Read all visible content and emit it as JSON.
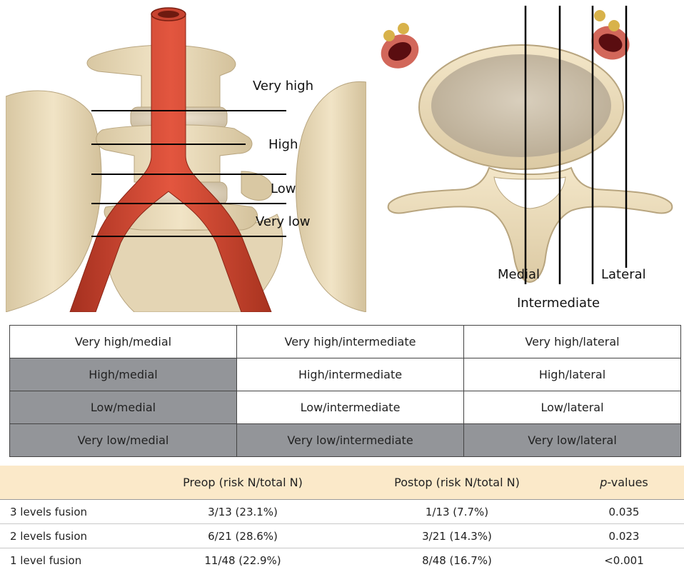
{
  "left_figure": {
    "level_labels": [
      "Very high",
      "High",
      "Low",
      "Very low"
    ]
  },
  "right_figure": {
    "zone_labels": {
      "medial": "Medial",
      "intermediate": "Intermediate",
      "lateral": "Lateral"
    }
  },
  "zone_grid": {
    "rows": [
      {
        "cells": [
          {
            "text": "Very high/medial",
            "shaded": false
          },
          {
            "text": "Very high/intermediate",
            "shaded": false
          },
          {
            "text": "Very high/lateral",
            "shaded": false
          }
        ]
      },
      {
        "cells": [
          {
            "text": "High/medial",
            "shaded": true
          },
          {
            "text": "High/intermediate",
            "shaded": false
          },
          {
            "text": "High/lateral",
            "shaded": false
          }
        ]
      },
      {
        "cells": [
          {
            "text": "Low/medial",
            "shaded": true
          },
          {
            "text": "Low/intermediate",
            "shaded": false
          },
          {
            "text": "Low/lateral",
            "shaded": false
          }
        ]
      },
      {
        "cells": [
          {
            "text": "Very low/medial",
            "shaded": true
          },
          {
            "text": "Very low/intermediate",
            "shaded": true
          },
          {
            "text": "Very low/lateral",
            "shaded": true
          }
        ]
      }
    ],
    "colors": {
      "shaded": "#939599",
      "plain": "#ffffff"
    }
  },
  "results_table": {
    "header": {
      "label": "",
      "preop": "Preop (risk N/total N)",
      "postop": "Postop (risk N/total N)",
      "p_italic": "p",
      "p_rest": "-values"
    },
    "rows": [
      {
        "label": "3 levels fusion",
        "preop": "3/13 (23.1%)",
        "postop": "1/13 (7.7%)",
        "p": "0.035"
      },
      {
        "label": "2 levels fusion",
        "preop": "6/21 (28.6%)",
        "postop": "3/21 (14.3%)",
        "p": "0.023"
      },
      {
        "label": "1 level fusion",
        "preop": "11/48 (22.9%)",
        "postop": "8/48 (16.7%)",
        "p": "<0.001"
      }
    ],
    "header_color": "#fbe9c9"
  }
}
